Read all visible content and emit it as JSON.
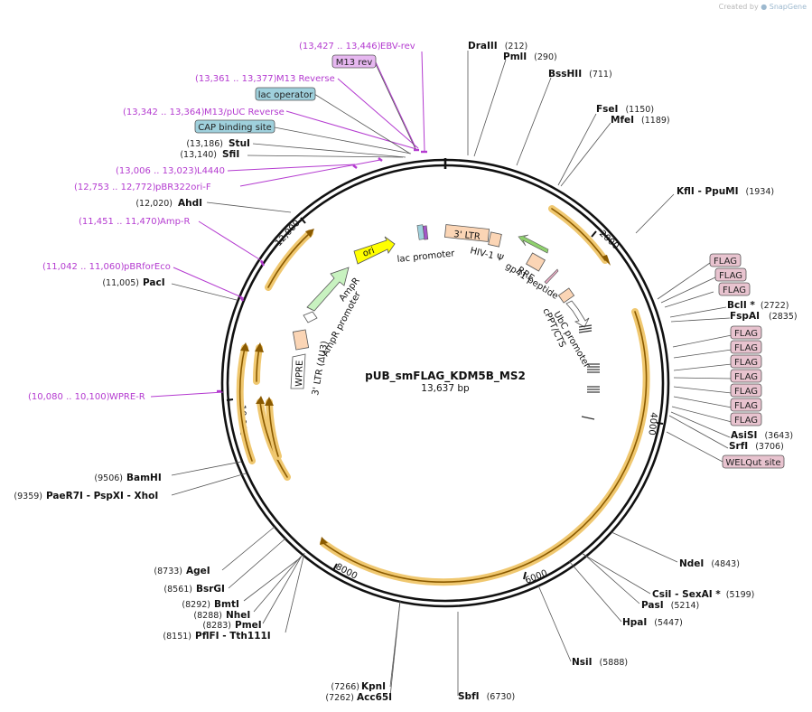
{
  "header": {
    "created_by": "Created by",
    "brand": "SnapGene"
  },
  "plasmid": {
    "name": "pUB_smFLAG_KDM5B_MS2",
    "length_text": "13,637 bp"
  },
  "ticks": [
    "2000",
    "4000",
    "6000",
    "8000",
    "10,000",
    "12,000"
  ],
  "enzymes": [
    {
      "name": "DraIII",
      "pos": "(212)"
    },
    {
      "name": "PmlI",
      "pos": "(290)"
    },
    {
      "name": "BssHII",
      "pos": "(711)"
    },
    {
      "name": "FseI",
      "pos": "(1150)"
    },
    {
      "name": "MfeI",
      "pos": "(1189)"
    },
    {
      "name": "KflI - PpuMI",
      "pos": "(1934)"
    },
    {
      "name": "BclI *",
      "pos": "(2722)"
    },
    {
      "name": "FspAI",
      "pos": "(2835)"
    },
    {
      "name": "AsiSI",
      "pos": "(3643)"
    },
    {
      "name": "SrfI",
      "pos": "(3706)"
    },
    {
      "name": "NdeI",
      "pos": "(4843)"
    },
    {
      "name": "CsiI - SexAI *",
      "pos": "(5199)"
    },
    {
      "name": "PasI",
      "pos": "(5214)"
    },
    {
      "name": "HpaI",
      "pos": "(5447)"
    },
    {
      "name": "NsiI",
      "pos": "(5888)"
    },
    {
      "name": "SbfI",
      "pos": "(6730)"
    },
    {
      "name": "KpnI",
      "pos": "(7266)"
    },
    {
      "name": "Acc65I",
      "pos": "(7262)"
    },
    {
      "name": "PflFI - Tth111I",
      "pos": "(8151)"
    },
    {
      "name": "PmeI",
      "pos": "(8283)"
    },
    {
      "name": "NheI",
      "pos": "(8288)"
    },
    {
      "name": "BmtI",
      "pos": "(8292)"
    },
    {
      "name": "BsrGI",
      "pos": "(8561)"
    },
    {
      "name": "AgeI",
      "pos": "(8733)"
    },
    {
      "name": "PaeR7I - PspXI - XhoI",
      "pos": "(9359)"
    },
    {
      "name": "BamHI",
      "pos": "(9506)"
    },
    {
      "name": "PacI",
      "pos": "(11,005)"
    },
    {
      "name": "AhdI",
      "pos": "(12,020)"
    },
    {
      "name": "SfiI",
      "pos": "(13,140)"
    },
    {
      "name": "StuI",
      "pos": "(13,186)"
    }
  ],
  "primers": [
    {
      "name": "EBV-rev",
      "range": "(13,427 .. 13,446)"
    },
    {
      "name": "M13 Reverse",
      "range": "(13,361 .. 13,377)"
    },
    {
      "name": "M13/pUC Reverse",
      "range": "(13,342 .. 13,364)"
    },
    {
      "name": "L4440",
      "range": "(13,006 .. 13,023)"
    },
    {
      "name": "pBR322ori-F",
      "range": "(12,753 .. 12,772)"
    },
    {
      "name": "Amp-R",
      "range": "(11,451 .. 11,470)"
    },
    {
      "name": "pBRforEco",
      "range": "(11,042 .. 11,060)"
    },
    {
      "name": "WPRE-R",
      "range": "(10,080 .. 10,100)"
    }
  ],
  "boxed_features": {
    "m13_rev": "M13 rev",
    "lac_operator": "lac operator",
    "cap_binding_site": "CAP binding site",
    "flag": "FLAG",
    "welqut_site": "WELQut site"
  },
  "inner_features": {
    "ori": "ori",
    "lac_promoter": "lac promoter",
    "ltr3": "3' LTR",
    "hiv_psi": "HIV-1 Ψ",
    "rre": "RRE",
    "gp41": "gp41 peptide",
    "ubc": "UbC promoter",
    "cppt": "cPPT/CTS",
    "ampr": "AmpR",
    "ampr_promoter": "AmpR promoter",
    "wpre": "WPRE",
    "ltr3_du3": "3' LTR (ΔU3)"
  },
  "colors": {
    "primer": "#b43bd0",
    "backbone": "#111111",
    "orf_highlight": "#f0c870",
    "orf_arrow": "#8a5a00",
    "flag_fill": "#e8c3cf",
    "lac_operator_fill": "#9fd0dc",
    "m13_rev_fill": "#e6b7f0",
    "ltr_fill": "#fbd5b5",
    "ampr_fill": "#c8f2c0",
    "ori_fill": "#ffff00",
    "gp41_fill": "#8fd06e"
  }
}
